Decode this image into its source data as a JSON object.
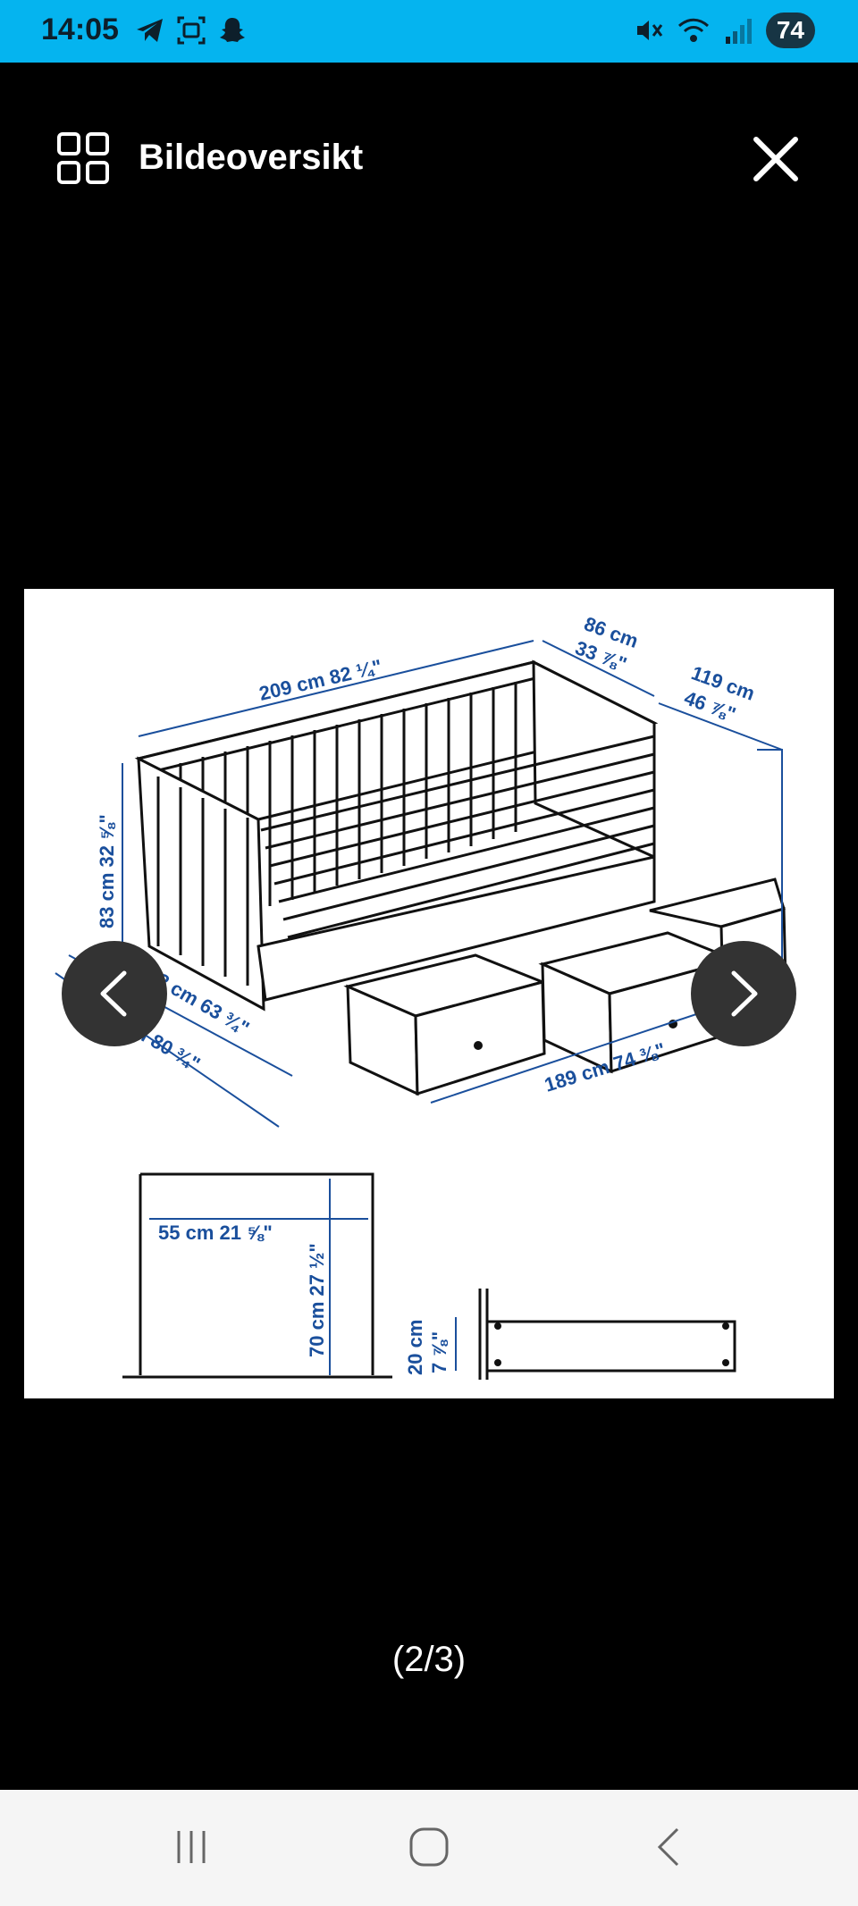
{
  "status": {
    "time": "14:05",
    "battery": "74",
    "icons_left": [
      "telegram-icon",
      "screenshot-icon",
      "snapchat-icon"
    ],
    "icons_right": [
      "mute-icon",
      "wifi-icon",
      "signal-icon"
    ]
  },
  "header": {
    "title": "Bildeoversikt"
  },
  "diagram": {
    "dimensions": [
      "209 cm 82 ¼\"",
      "86 cm",
      "33 ⅞\"",
      "119 cm",
      "46 ⅞\"",
      "83 cm 32 ⅝\"",
      "162 cm 63 ¾\"",
      "205 cm 80 ¾\"",
      "189 cm 74 ⅜\"",
      "55 cm 21 ⅝\"",
      "70 cm 27 ½\"",
      "20 cm",
      "7 ⅞\""
    ]
  },
  "counter": "(2/3)",
  "colors": {
    "status_bar": "#05b4ef",
    "background": "#000000",
    "diagram_blue": "#1a4f9c"
  }
}
